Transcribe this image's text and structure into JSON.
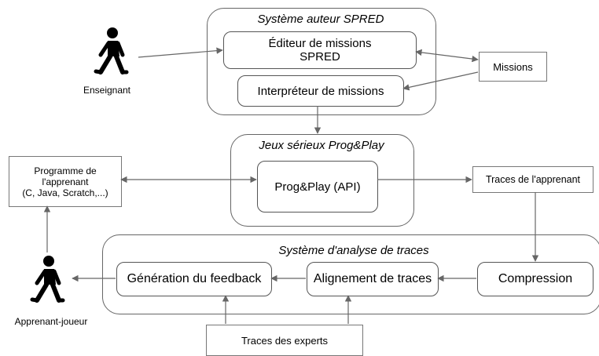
{
  "groups": {
    "spred": "Système auteur SPRED",
    "prog_play": "Jeux sérieux Prog&Play",
    "analysis": "Système d'analyse de traces"
  },
  "nodes": {
    "editor_line1": "Éditeur de missions",
    "editor_line2": "SPRED",
    "interpreter": "Interpréteur de missions",
    "missions": "Missions",
    "api": "Prog&Play (API)",
    "program_line1": "Programme de",
    "program_line2": "l'apprenant",
    "program_line3": "(C, Java, Scratch,...)",
    "learner_traces": "Traces de l'apprenant",
    "compression": "Compression",
    "alignment": "Alignement de traces",
    "feedback": "Génération du feedback",
    "expert_traces": "Traces des experts"
  },
  "actors": {
    "teacher": "Enseignant",
    "learner": "Apprenant-joueur"
  },
  "colors": {
    "actor": "#000000",
    "border": "#555555",
    "arrow": "#666666"
  }
}
